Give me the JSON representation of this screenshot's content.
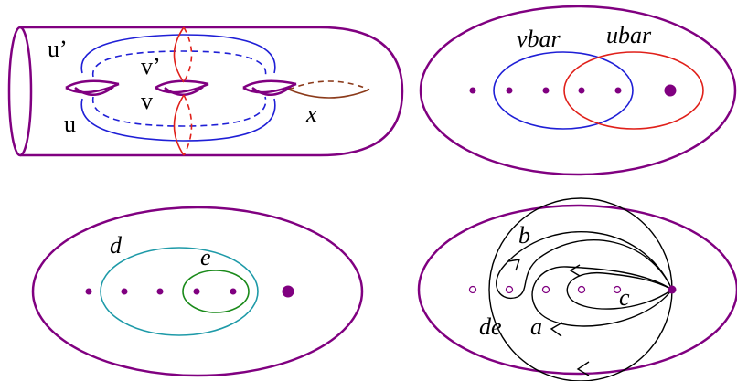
{
  "colors": {
    "surface": "#800080",
    "blue": "#1f1fd6",
    "red": "#e0201a",
    "brown": "#8b3a1a",
    "teal": "#1e9aa8",
    "green": "#1a8a1a",
    "black": "#000000"
  },
  "panel_top_left": {
    "label_u_prime": "u’",
    "label_v_prime": "v’",
    "label_v": "v",
    "label_u": "u",
    "label_x": "x"
  },
  "panel_top_right": {
    "label_vbar": "vbar",
    "label_ubar": "ubar"
  },
  "panel_bottom_left": {
    "label_d": "d",
    "label_e": "e"
  },
  "panel_bottom_right": {
    "label_b": "b",
    "label_c": "c",
    "label_a": "a",
    "label_de": "de"
  }
}
